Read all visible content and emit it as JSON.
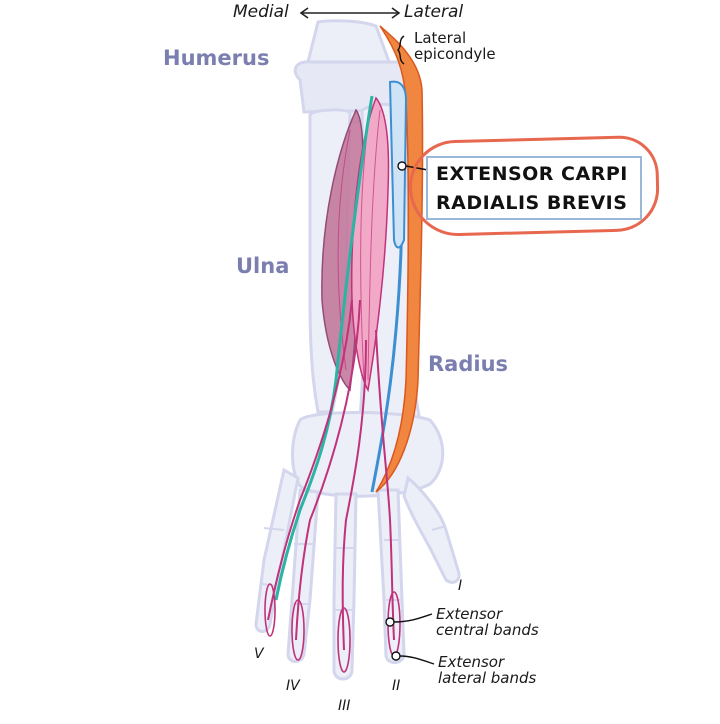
{
  "orientation": {
    "medial": "Medial",
    "lateral": "Lateral"
  },
  "bones": {
    "humerus": "Humerus",
    "ulna": "Ulna",
    "radius": "Radius"
  },
  "lateral_epicondyle": {
    "line1": "Lateral",
    "line2": "epicondyle"
  },
  "title": {
    "line1": "EXTENSOR CARPI",
    "line2": "RADIALIS BREVIS"
  },
  "central_bands": {
    "line1": "Extensor",
    "line2": "central bands"
  },
  "lateral_bands": {
    "line1": "Extensor",
    "line2": "lateral bands"
  },
  "digits": {
    "I": "I",
    "II": "II",
    "III": "III",
    "IV": "IV",
    "V": "V"
  },
  "colors": {
    "bone_fill": "#eceef8",
    "bone_stroke": "#d3d6ec",
    "label_bone": "#7b7fb0",
    "pink_muscle": "#f2a9c8",
    "pink_stroke": "#c0327a",
    "mauve_muscle": "#c47a9e",
    "teal_tendon": "#2bb3a4",
    "blue_tendon": "#3d8fd1",
    "orange_muscle": "#f0863f",
    "highlight_ring": "#e8674f"
  }
}
